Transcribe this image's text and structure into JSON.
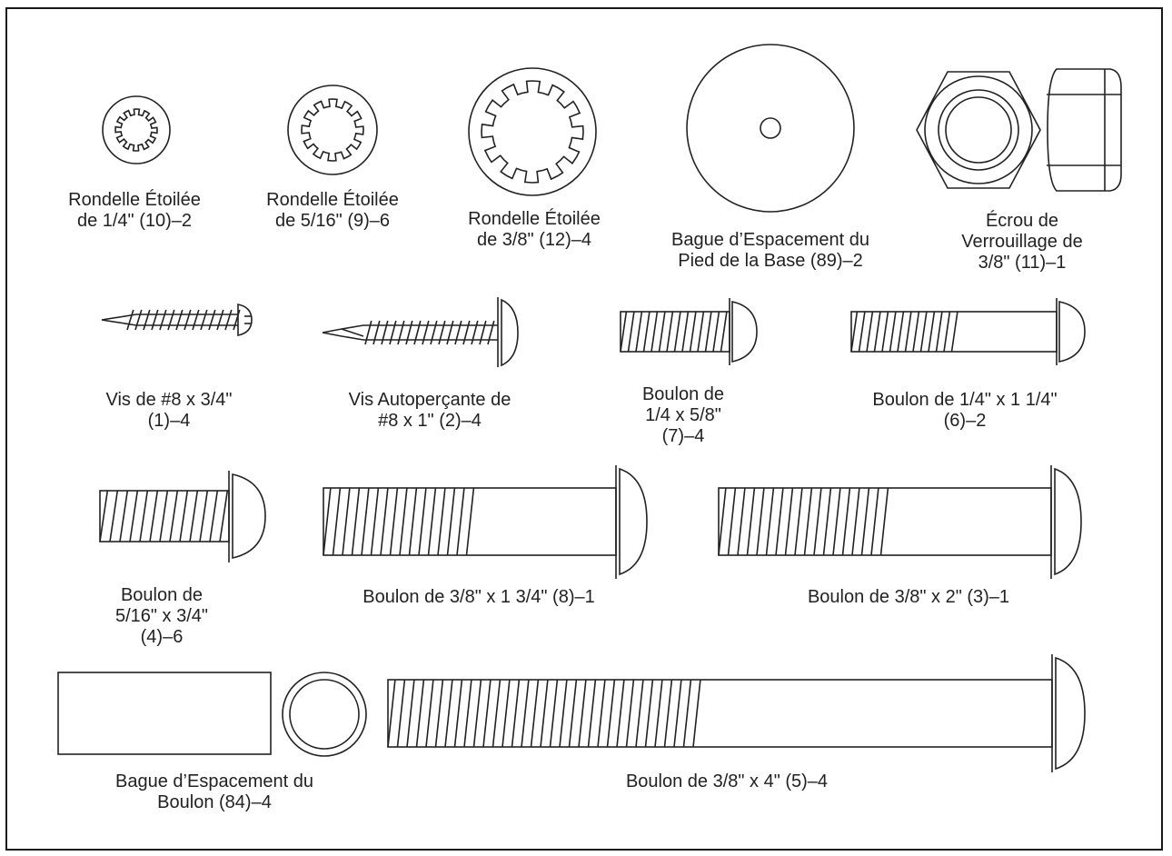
{
  "diagram": {
    "parts": [
      {
        "id": "star-washer-quarter",
        "label": "Rondelle Étoilée\nde 1/4\" (10)–2"
      },
      {
        "id": "star-washer-five-sixteenths",
        "label": "Rondelle Étoilée\nde 5/16\" (9)–6"
      },
      {
        "id": "star-washer-three-eighths",
        "label": "Rondelle Étoilée\nde 3/8\" (12)–4"
      },
      {
        "id": "base-foot-spacer",
        "label": "Bague d’Espacement du\nPied de la Base (89)–2"
      },
      {
        "id": "lock-nut",
        "label": "Écrou de\nVerrouillage de\n3/8\" (11)–1"
      },
      {
        "id": "screw-8x3-4",
        "label": "Vis de #8 x 3/4\"\n(1)–4"
      },
      {
        "id": "self-tapping-screw",
        "label": "Vis Autoperçante de\n#8 x 1\" (2)–4"
      },
      {
        "id": "bolt-quarter-5-8",
        "label": "Boulon de\n1/4 x 5/8\"\n(7)–4"
      },
      {
        "id": "bolt-quarter-1-1-4",
        "label": "Boulon de 1/4\" x 1 1/4\"\n(6)–2"
      },
      {
        "id": "bolt-5-16-3-4",
        "label": "Boulon de\n5/16\" x 3/4\"\n(4)–6"
      },
      {
        "id": "bolt-3-8-1-3-4",
        "label": "Boulon de 3/8\" x 1 3/4\" (8)–1"
      },
      {
        "id": "bolt-3-8-2",
        "label": "Boulon de 3/8\" x 2\" (3)–1"
      },
      {
        "id": "bolt-spacer",
        "label": "Bague d’Espacement du\nBoulon (84)–4"
      },
      {
        "id": "bolt-3-8-4",
        "label": "Boulon de 3/8\" x 4\" (5)–4"
      }
    ]
  }
}
